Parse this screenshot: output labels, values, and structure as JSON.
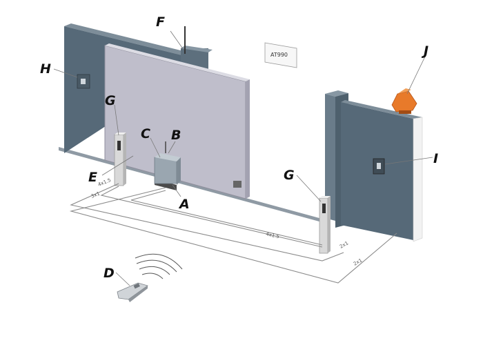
{
  "callouts": {
    "a": "A",
    "b": "B",
    "c": "C",
    "d": "D",
    "e": "E",
    "f": "F",
    "g1": "G",
    "g2": "G",
    "h": "H",
    "i": "I",
    "j": "J"
  },
  "sign_text": "AT990",
  "dimensions": {
    "d1": "4x1.5",
    "d2": "3x1",
    "d3": "4x1.5",
    "d4": "2x1",
    "d5": "2x1"
  },
  "colors": {
    "wall": "#566978",
    "wall_top": "#7d8d99",
    "gate_panel": "#bfbecb",
    "lamp": "#e87a2a",
    "post": "#d9d9d9"
  },
  "icons": {
    "remote": "remote-control-icon",
    "signal": "signal-waves-icon"
  }
}
